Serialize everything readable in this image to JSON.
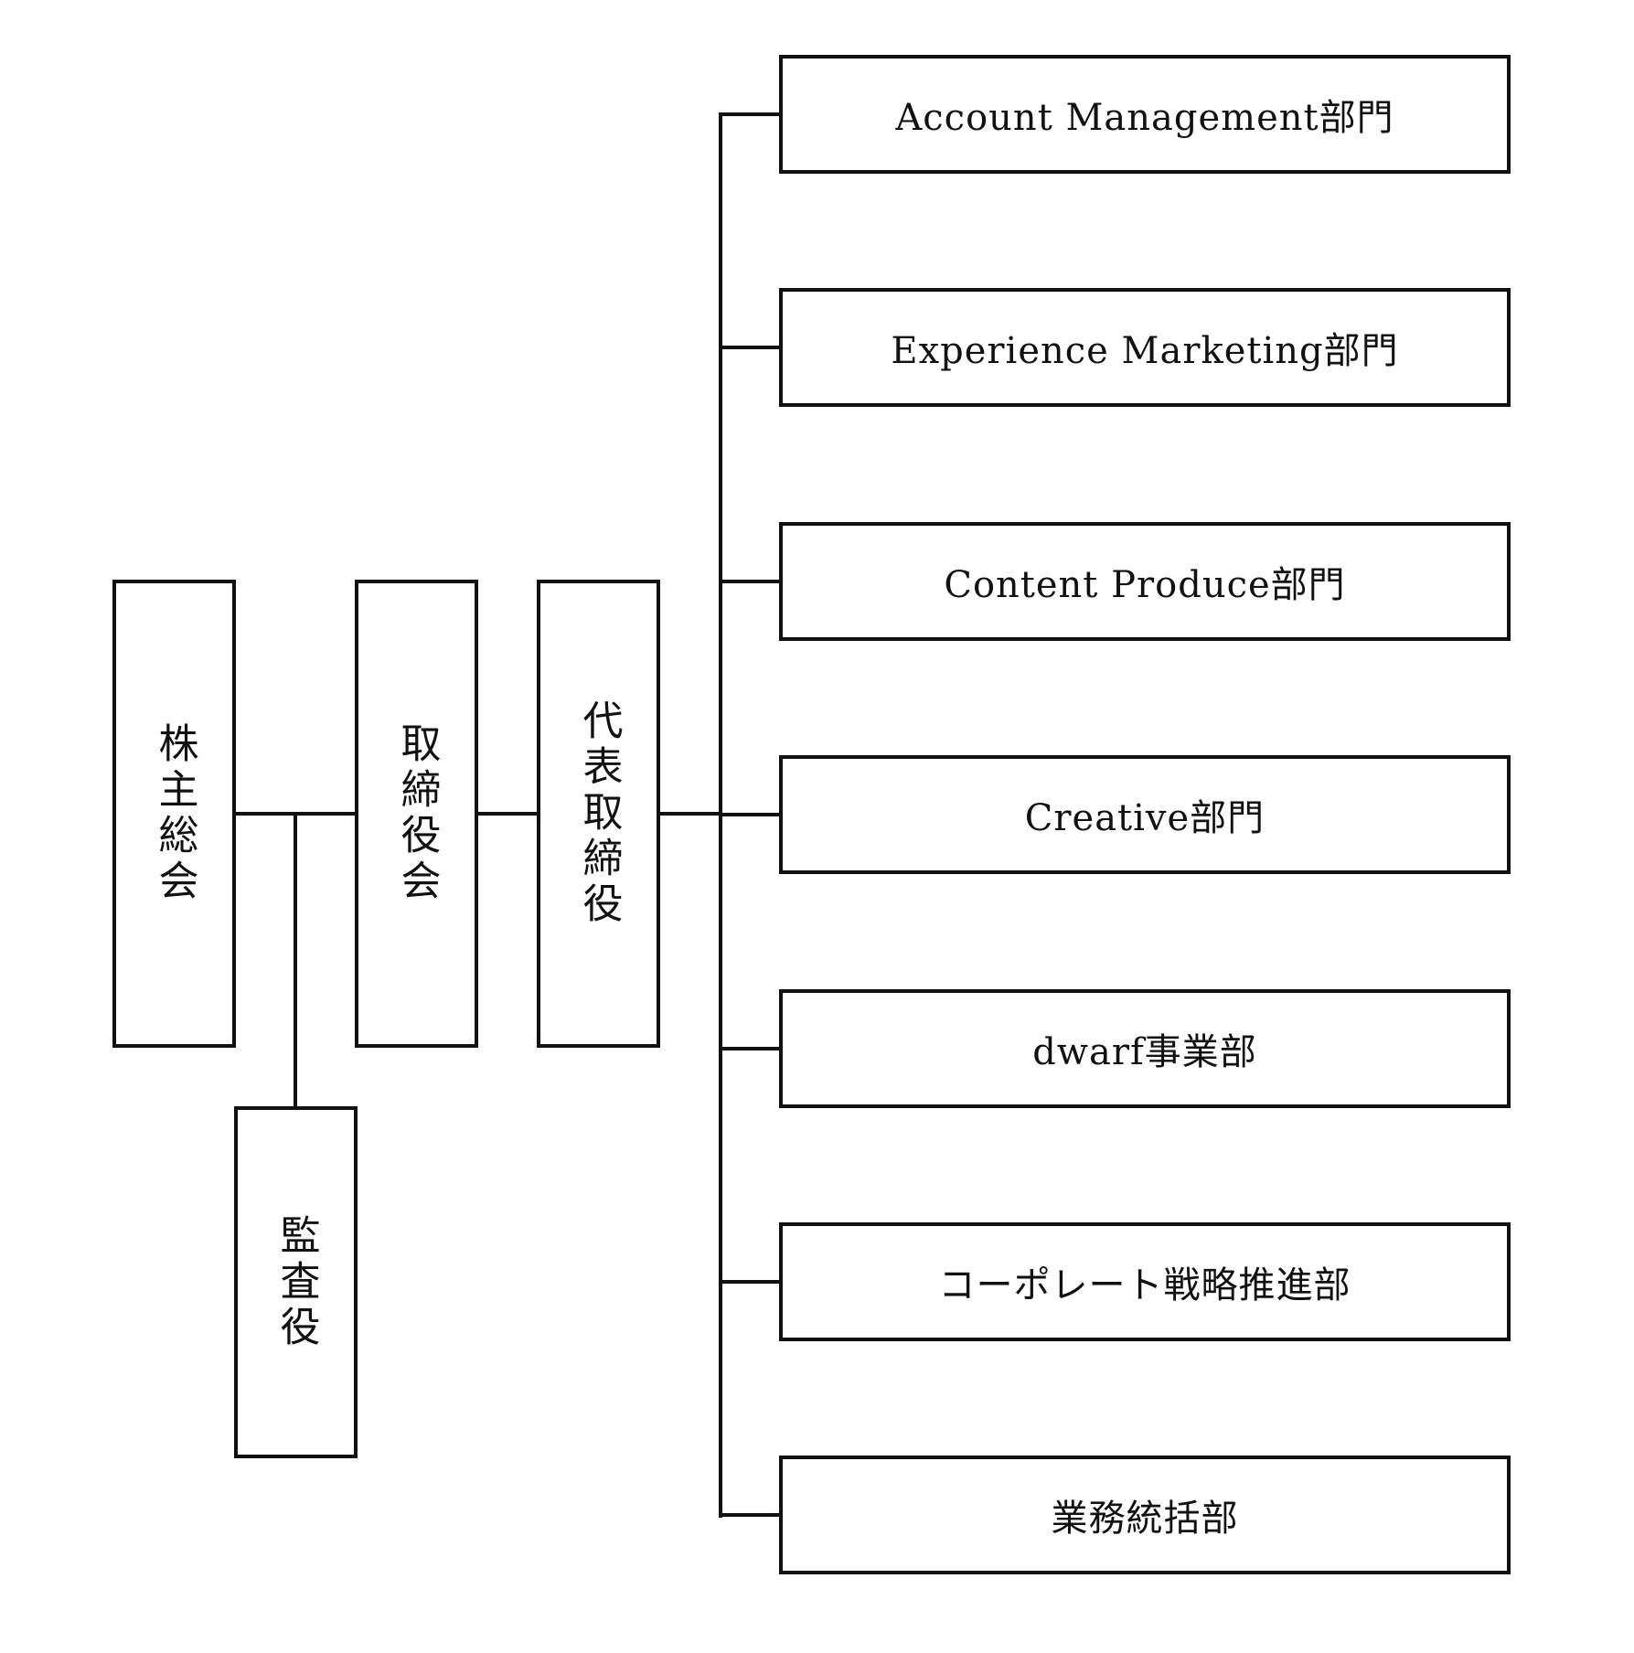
{
  "governance": {
    "shareholders_meeting": "株主総会",
    "board_of_directors": "取締役会",
    "representative_director": "代表取締役",
    "auditor": "監査役"
  },
  "departments": [
    "Account Management部門",
    "Experience Marketing部門",
    "Content Produce部門",
    "Creative部門",
    "dwarf事業部",
    "コーポレート戦略推進部",
    "業務統括部"
  ]
}
